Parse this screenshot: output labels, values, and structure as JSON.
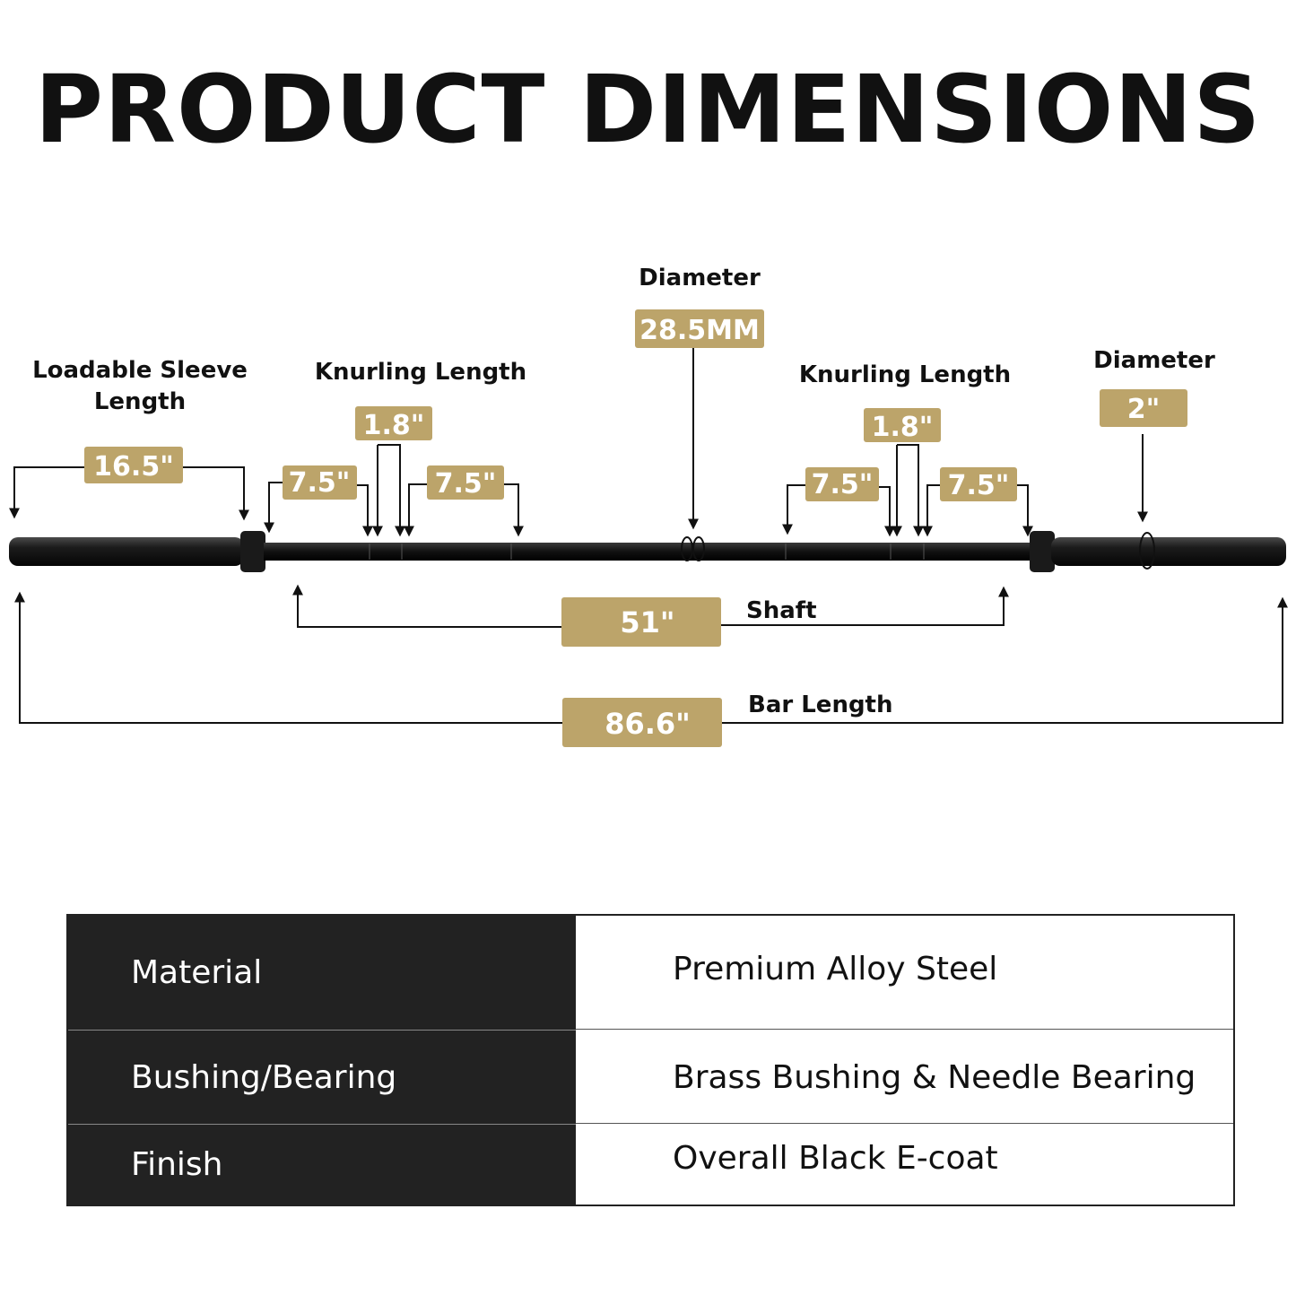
{
  "title": "PRODUCT DIMENSIONS",
  "colors": {
    "accent": "#bca46a",
    "bar": "#1a1a1a",
    "table_dark": "#222222"
  },
  "labels": {
    "loadable_sleeve_line1": "Loadable Sleeve",
    "loadable_sleeve_line2": "Length",
    "knurling_left": "Knurling Length",
    "knurling_right": "Knurling Length",
    "shaft_diameter": "Diameter",
    "sleeve_diameter": "Diameter",
    "shaft": "Shaft",
    "bar_length": "Bar Length"
  },
  "badges": {
    "sleeve_length": "16.5\"",
    "knurl_left_outer": "7.5\"",
    "knurl_left_gap": "1.8\"",
    "knurl_left_inner": "7.5\"",
    "shaft_diameter": "28.5MM",
    "knurl_right_inner": "7.5\"",
    "knurl_right_gap": "1.8\"",
    "knurl_right_outer": "7.5\"",
    "sleeve_diameter": "2\"",
    "shaft_length": "51\"",
    "bar_length": "86.6\""
  },
  "specs": [
    {
      "key": "Material",
      "value": "Premium Alloy Steel"
    },
    {
      "key": "Bushing/Bearing",
      "value": "Brass Bushing & Needle Bearing"
    },
    {
      "key": "Finish",
      "value": "Overall Black E-coat"
    }
  ]
}
